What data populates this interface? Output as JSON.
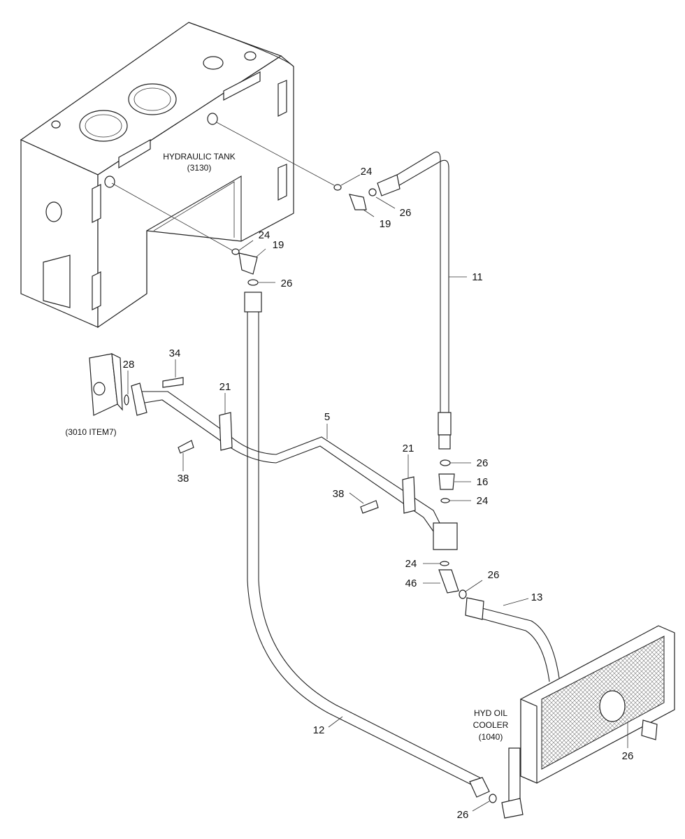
{
  "components": {
    "tank_name": "HYDRAULIC TANK",
    "tank_code": "(3130)",
    "cooler_line1": "HYD OIL",
    "cooler_line2": "COOLER",
    "cooler_code": "(1040)",
    "block_ref": "(3010 ITEM7)"
  },
  "callouts": [
    {
      "id": "c24a",
      "num": "24"
    },
    {
      "id": "c26a",
      "num": "26"
    },
    {
      "id": "c19a",
      "num": "19"
    },
    {
      "id": "c24b",
      "num": "24"
    },
    {
      "id": "c19b",
      "num": "19"
    },
    {
      "id": "c26b",
      "num": "26"
    },
    {
      "id": "c11",
      "num": "11"
    },
    {
      "id": "c34",
      "num": "34"
    },
    {
      "id": "c28",
      "num": "28"
    },
    {
      "id": "c21a",
      "num": "21"
    },
    {
      "id": "c5",
      "num": "5"
    },
    {
      "id": "c21b",
      "num": "21"
    },
    {
      "id": "c26c",
      "num": "26"
    },
    {
      "id": "c16",
      "num": "16"
    },
    {
      "id": "c24c",
      "num": "24"
    },
    {
      "id": "c38a",
      "num": "38"
    },
    {
      "id": "c38b",
      "num": "38"
    },
    {
      "id": "c24d",
      "num": "24"
    },
    {
      "id": "c26d",
      "num": "26"
    },
    {
      "id": "c46",
      "num": "46"
    },
    {
      "id": "c13",
      "num": "13"
    },
    {
      "id": "c12",
      "num": "12"
    },
    {
      "id": "c26e",
      "num": "26"
    },
    {
      "id": "c26f",
      "num": "26"
    }
  ]
}
